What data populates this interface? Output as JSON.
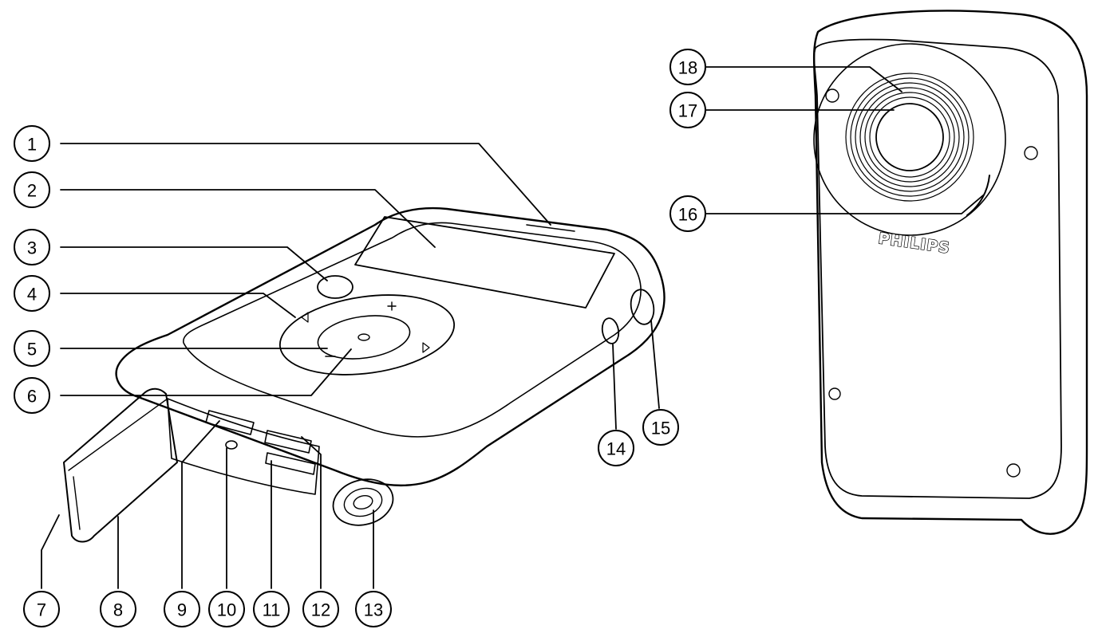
{
  "brand": {
    "logo_text": "PHILIPS"
  },
  "callouts": [
    {
      "number": "1"
    },
    {
      "number": "2"
    },
    {
      "number": "3"
    },
    {
      "number": "4"
    },
    {
      "number": "5"
    },
    {
      "number": "6"
    },
    {
      "number": "7"
    },
    {
      "number": "8"
    },
    {
      "number": "9"
    },
    {
      "number": "10"
    },
    {
      "number": "11"
    },
    {
      "number": "12"
    },
    {
      "number": "13"
    },
    {
      "number": "14"
    },
    {
      "number": "15"
    },
    {
      "number": "16"
    },
    {
      "number": "17"
    },
    {
      "number": "18"
    }
  ],
  "colors": {
    "line": "#000000",
    "background": "#ffffff",
    "shade": "#f4f4f4"
  }
}
